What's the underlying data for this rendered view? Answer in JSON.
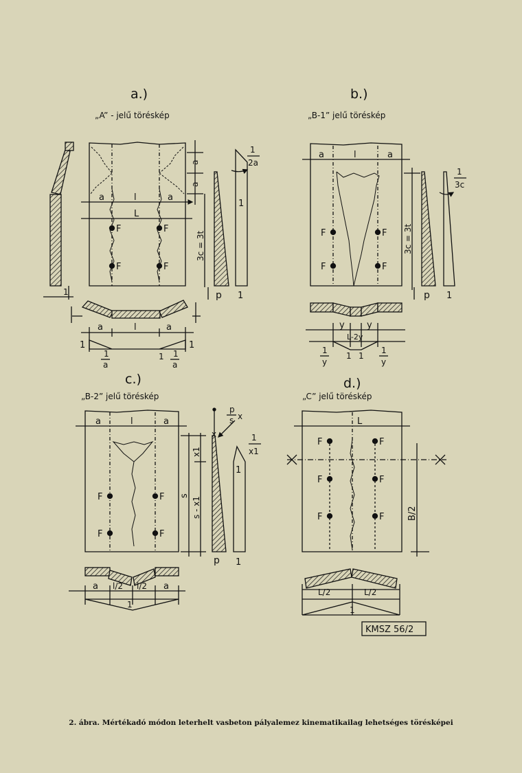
{
  "caption": "2. ábra. Mértékadó módon leterhelt vasbeton pályalemez kinematikailag lehetséges törésképei",
  "stamp": "KMSZ 56/2",
  "panel_a": {
    "letter": "a.)",
    "title": "„A” - jelű töréskép",
    "dim_a": "a",
    "dim_l": "l",
    "dim_L": "L",
    "dim_3c": "3c = 3t",
    "load_F": "F",
    "frac_1_2a_num": "1",
    "frac_1_2a_den": "2a",
    "label_p": "p",
    "label_1": "1",
    "frac_1_a_num": "1",
    "frac_1_a_den": "a"
  },
  "panel_b": {
    "letter": "b.)",
    "title": "„B-1” jelű töréskép",
    "dim_a": "a",
    "dim_l": "l",
    "dim_3c": "3c = 3t",
    "frac_1_3c_num": "1",
    "frac_1_3c_den": "3c",
    "load_F": "F",
    "label_p": "p",
    "label_1": "1",
    "dim_y": "y",
    "dim_L2y": "L-2y",
    "frac_1_y_num": "1",
    "frac_1_y_den": "y"
  },
  "panel_c": {
    "letter": "c.)",
    "title": "„B-2” jelű töréskép",
    "dim_a": "a",
    "dim_l": "l",
    "dim_s": "s",
    "dim_x1": "x1",
    "dim_s_x1": "s - x1",
    "label_x": "x",
    "frac_p_s_num": "p",
    "frac_p_s_den": "s",
    "frac_1_x1_num": "1",
    "frac_1_x1_den": "x1",
    "load_F": "F",
    "label_p": "p",
    "label_1": "1",
    "dim_l2": "l/2"
  },
  "panel_d": {
    "letter": "d.)",
    "title": "„C” jelű töréskép",
    "dim_L": "L",
    "dim_B2": "B/2",
    "load_F": "F",
    "dim_L2": "L/2",
    "label_1": "1"
  }
}
